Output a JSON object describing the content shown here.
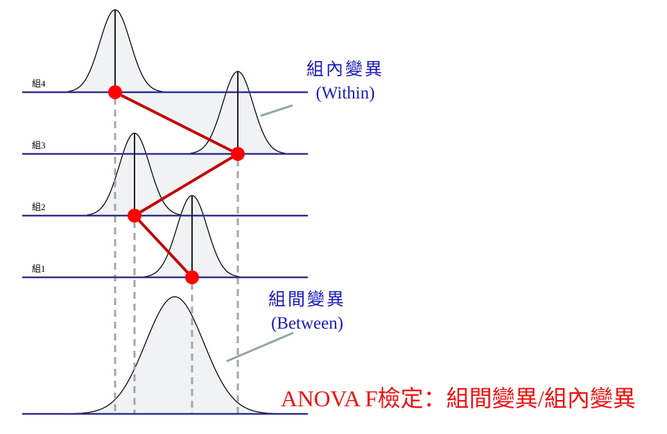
{
  "groups": [
    {
      "label": "組4"
    },
    {
      "label": "組3"
    },
    {
      "label": "組2"
    },
    {
      "label": "組1"
    }
  ],
  "within": {
    "title": "組內變異",
    "subtitle": "(Within)"
  },
  "between": {
    "title": "組間變異",
    "subtitle": "(Between)"
  },
  "formula": "ANOVA  F檢定：組間變異/組內變異",
  "colors": {
    "baseline": "#2e2e8f",
    "mean_line": "#c00000",
    "mean_dot": "#ff0000",
    "dashed": "#a6a6a6",
    "fill": "#f1f2f4",
    "pointer": "#8fa5a8",
    "label_blue": "#1a1ab8",
    "formula_red": "#f01010"
  }
}
